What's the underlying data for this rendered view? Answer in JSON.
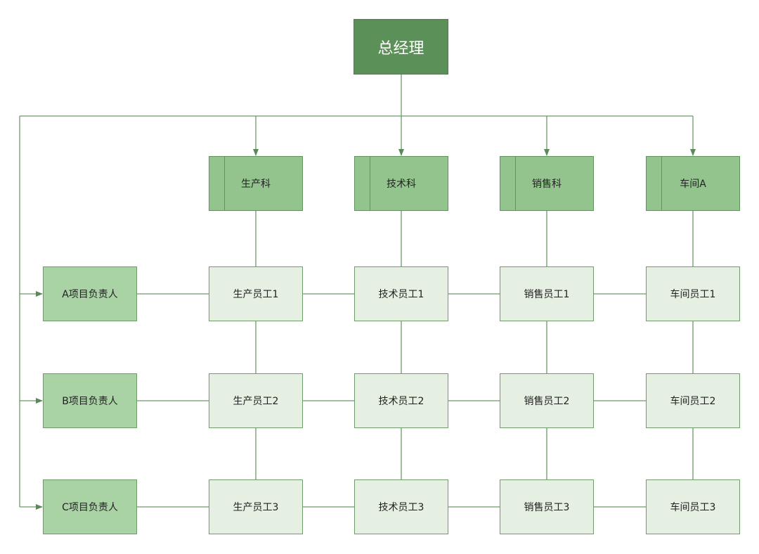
{
  "root": {
    "label": "总经理"
  },
  "departments": [
    {
      "label": "生产科"
    },
    {
      "label": "技术科"
    },
    {
      "label": "销售科"
    },
    {
      "label": "车间A"
    }
  ],
  "leads": [
    {
      "label": "A项目负责人"
    },
    {
      "label": "B项目负责人"
    },
    {
      "label": "C项目负责人"
    }
  ],
  "staff": [
    [
      "生产员工1",
      "技术员工1",
      "销售员工1",
      "车间员工1"
    ],
    [
      "生产员工2",
      "技术员工2",
      "销售员工2",
      "车间员工2"
    ],
    [
      "生产员工3",
      "技术员工3",
      "销售员工3",
      "车间员工3"
    ]
  ],
  "colors": {
    "root_fill": "#5b9059",
    "dept_fill": "#93c48e",
    "lead_fill": "#a9d3a4",
    "staff_fill": "#e6f0e2",
    "line": "#6b9a66"
  }
}
